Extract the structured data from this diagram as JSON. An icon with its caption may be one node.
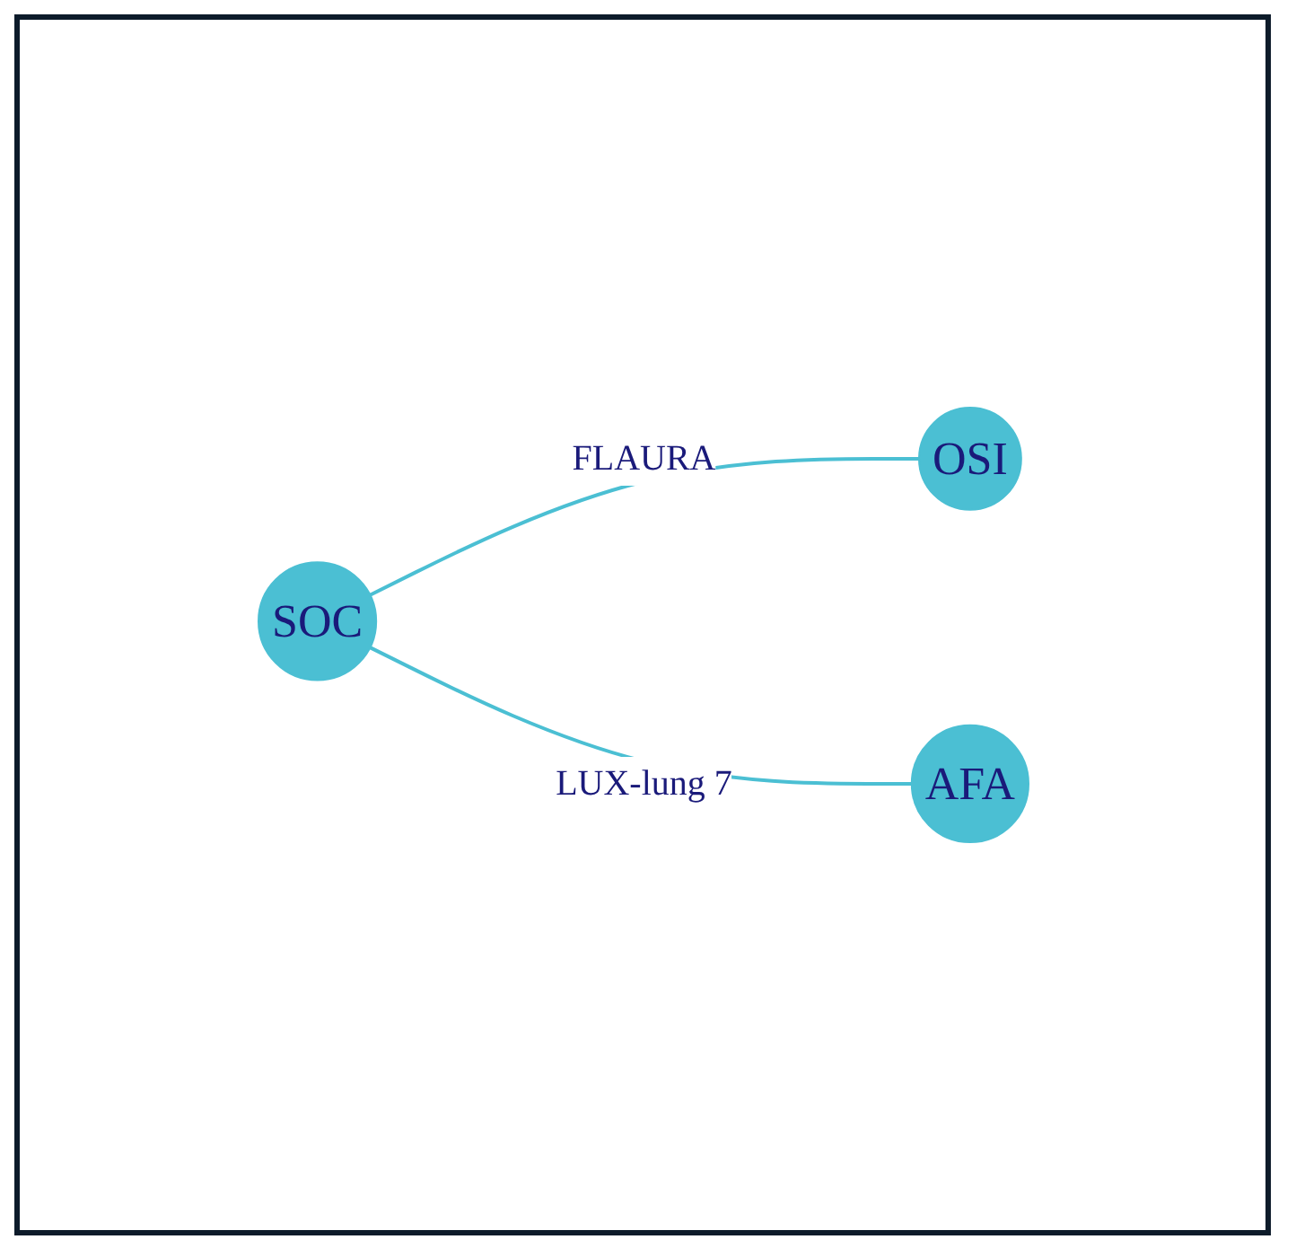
{
  "diagram": {
    "nodes": [
      {
        "text": [
          "OSI"
        ]
      },
      {
        "text": [
          "SOC"
        ]
      },
      {
        "text": [
          "AFA"
        ]
      }
    ],
    "edges": [
      {
        "from": 1,
        "to": 0,
        "arrow": "none",
        "label": "FLAURA"
      },
      {
        "from": 1,
        "to": 2,
        "arrow": "none",
        "label": "LUX-lung 7"
      }
    ]
  }
}
